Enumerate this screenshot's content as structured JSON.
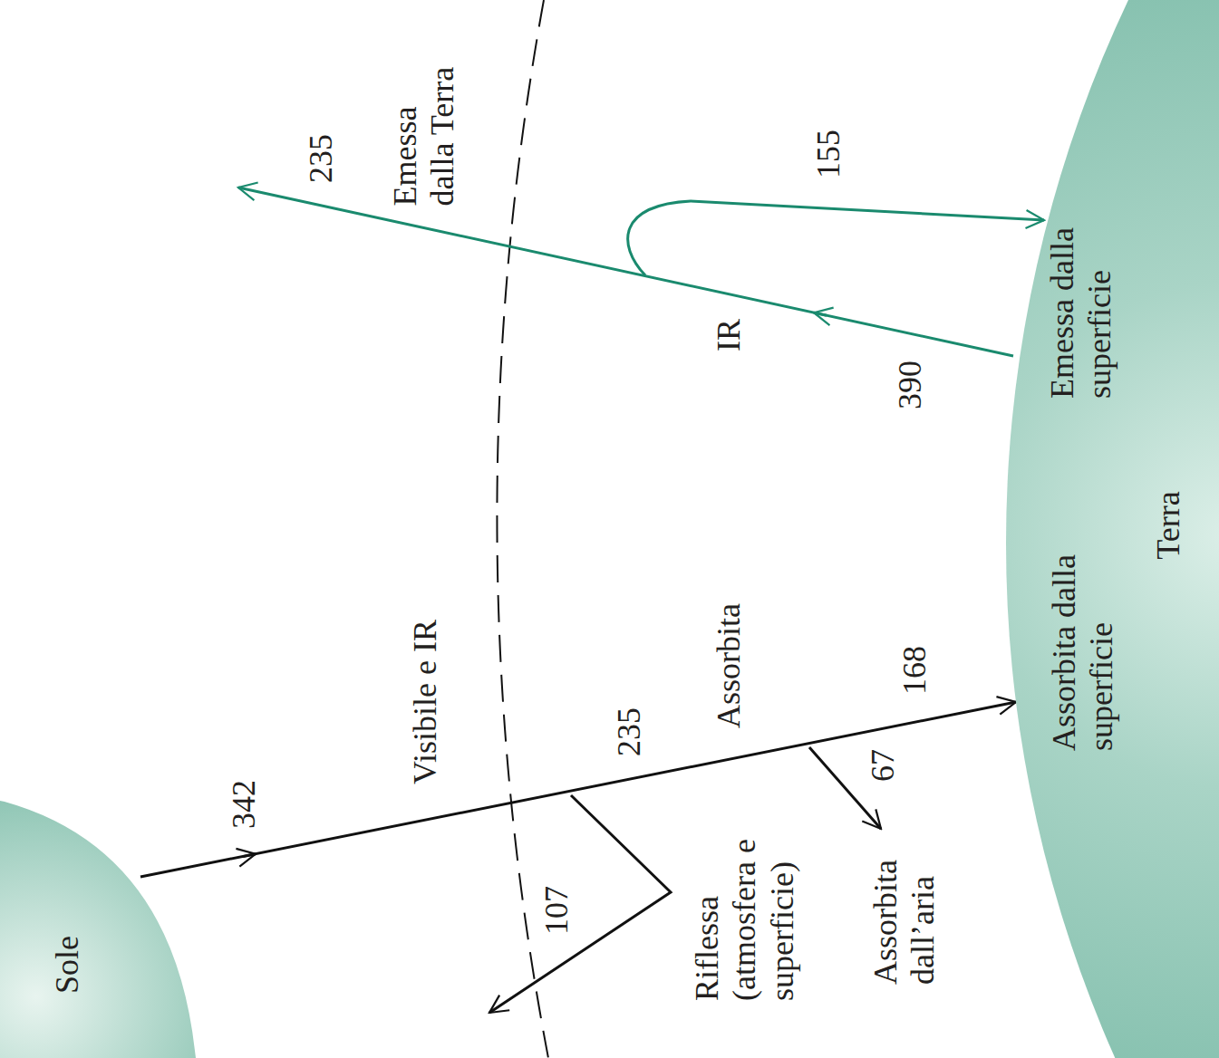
{
  "diagram": {
    "nodes": [
      {
        "text": [
          "Sole"
        ]
      },
      {
        "text": [
          "Emessa dalla superficie",
          "Assorbita dalla superficie",
          "Terra"
        ]
      }
    ],
    "edges": [
      {
        "from": 0,
        "to": 1,
        "arrow": "to"
      }
    ],
    "labels": [
      "235",
      "Emessa dalla Terra",
      "155",
      "IR",
      "390",
      "342",
      "Visibile e IR",
      "235",
      "Assorbita",
      "168",
      "107",
      "Riflessa (atmosfera e superficie)",
      "67",
      "Assorbita dall’aria"
    ]
  }
}
